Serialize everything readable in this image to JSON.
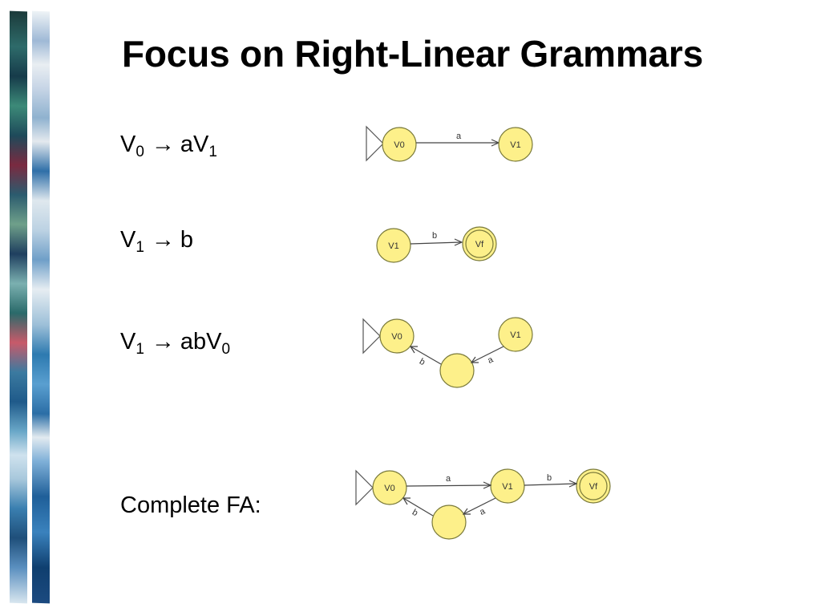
{
  "slide": {
    "title": "Focus on Right-Linear Grammars",
    "productions": [
      {
        "lhs": "V",
        "lhs_sub": "0",
        "arrow": "→",
        "rhs": "aV",
        "rhs_sub": "1"
      },
      {
        "lhs": "V",
        "lhs_sub": "1",
        "arrow": "→",
        "rhs": "b",
        "rhs_sub": ""
      },
      {
        "lhs": "V",
        "lhs_sub": "1",
        "arrow": "→",
        "rhs": "abV",
        "rhs_sub": "0"
      }
    ],
    "complete_label": "Complete FA:"
  },
  "diagrams": {
    "d1": {
      "states": [
        "V0",
        "V1"
      ],
      "edges": [
        "a"
      ]
    },
    "d2": {
      "states": [
        "V1",
        "Vf"
      ],
      "edges": [
        "b"
      ]
    },
    "d3": {
      "states": [
        "V0",
        "V1"
      ],
      "edges": [
        "a",
        "b"
      ]
    },
    "d4": {
      "states": [
        "V0",
        "V1",
        "Vf"
      ],
      "edges": [
        "a",
        "b",
        "a",
        "b"
      ]
    }
  },
  "colors": {
    "state_fill": "#fdf08a",
    "state_stroke": "#7a7a3a",
    "edge": "#444444"
  }
}
